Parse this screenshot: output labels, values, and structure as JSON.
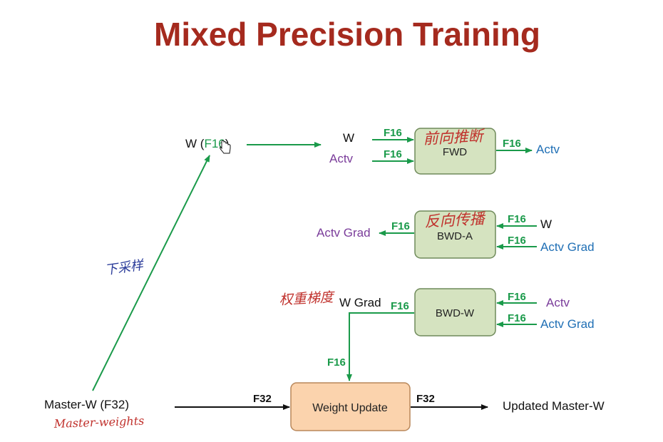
{
  "title": "Mixed Precision Training",
  "colors": {
    "title": "#a52a1e",
    "green_arrow": "#1a9a4a",
    "box_green_fill": "#d5e3c0",
    "box_green_stroke": "#6f8a5a",
    "box_orange_fill": "#fbd3ad",
    "box_orange_stroke": "#b9875a",
    "activation_text": "#7a3c9a",
    "grad_text": "#1f6fb5",
    "handwriting_red": "#c0302b",
    "handwriting_blue": "#2b3c9a"
  },
  "boxes": {
    "fwd": "FWD",
    "bwd_a": "BWD-A",
    "bwd_w": "BWD-W",
    "weight_update": "Weight Update"
  },
  "labels": {
    "w_f16_prefix": "W (",
    "w_f16_dtype": "F16",
    "w_f16_suffix": ")",
    "fwd_in_w": "W",
    "fwd_in_actv": "Actv",
    "fwd_out_actv": "Actv",
    "bwda_out": "Actv Grad",
    "bwda_in_w": "W",
    "bwda_in_actv_grad": "Actv Grad",
    "w_grad": "W Grad",
    "bwdw_in_actv": "Actv",
    "bwdw_in_actv_grad": "Actv Grad",
    "master_w": "Master-W (F32)",
    "updated_master_w": "Updated Master-W"
  },
  "dtype_tags": {
    "fwd_in_w": "F16",
    "fwd_in_actv": "F16",
    "fwd_out": "F16",
    "bwda_out": "F16",
    "bwda_in_w": "F16",
    "bwda_in_actv_grad": "F16",
    "w_grad": "F16",
    "bwdw_in_actv": "F16",
    "bwdw_in_actv_grad": "F16",
    "grad_to_update": "F16",
    "master_to_update": "F32",
    "update_out": "F32"
  },
  "annotations": {
    "forward_pass": "前向推断",
    "backward_pass": "反向传播",
    "weight_gradient": "权重梯度",
    "downsample": "下采样",
    "master_weights": "Master-weights"
  }
}
